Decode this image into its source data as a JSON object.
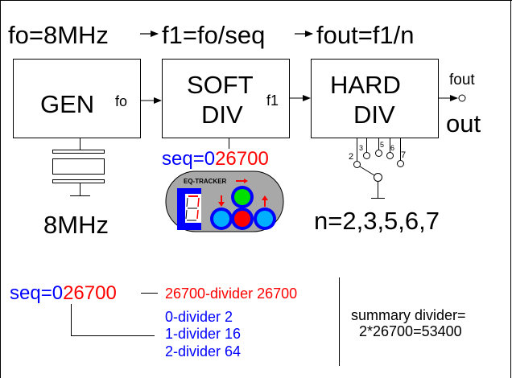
{
  "colors": {
    "ink": "#000000",
    "blue": "#0000ff",
    "red": "#ff0000",
    "panel_gray": "#a8a8a8",
    "led_green": "#00e000",
    "led_red": "#ff0000",
    "led_cyan": "#00b0ff"
  },
  "header": {
    "eq1": "fo=8MHz",
    "eq2": "f1=fo/seq",
    "eq3": "fout=f1/n"
  },
  "blocks": {
    "gen": {
      "label": "GEN",
      "output_label": "fo"
    },
    "soft_div": {
      "line1": "SOFT",
      "line2": "DIV",
      "output_label": "f1"
    },
    "hard_div": {
      "line1": "HARD",
      "line2": "DIV"
    }
  },
  "output": {
    "signal_label": "fout",
    "port_label": "out"
  },
  "crystal": {
    "frequency_label": "8MHz"
  },
  "tracker": {
    "seq_prefix": "seq=0",
    "seq_value": "26700",
    "device_label": "EQ-TRACKER"
  },
  "switch": {
    "contacts": [
      "2",
      "3",
      "5",
      "6",
      "7"
    ],
    "n_label": "n=2,3,5,6,7"
  },
  "legend": {
    "seq_prefix": "seq=0",
    "seq_value": "26700",
    "red_line": "26700-divider 26700",
    "blue_lines": [
      "0-divider 2",
      "1-divider 16",
      "2-divider 64"
    ]
  },
  "summary": {
    "line1": "summary divider=",
    "line2": "2*26700=53400"
  }
}
